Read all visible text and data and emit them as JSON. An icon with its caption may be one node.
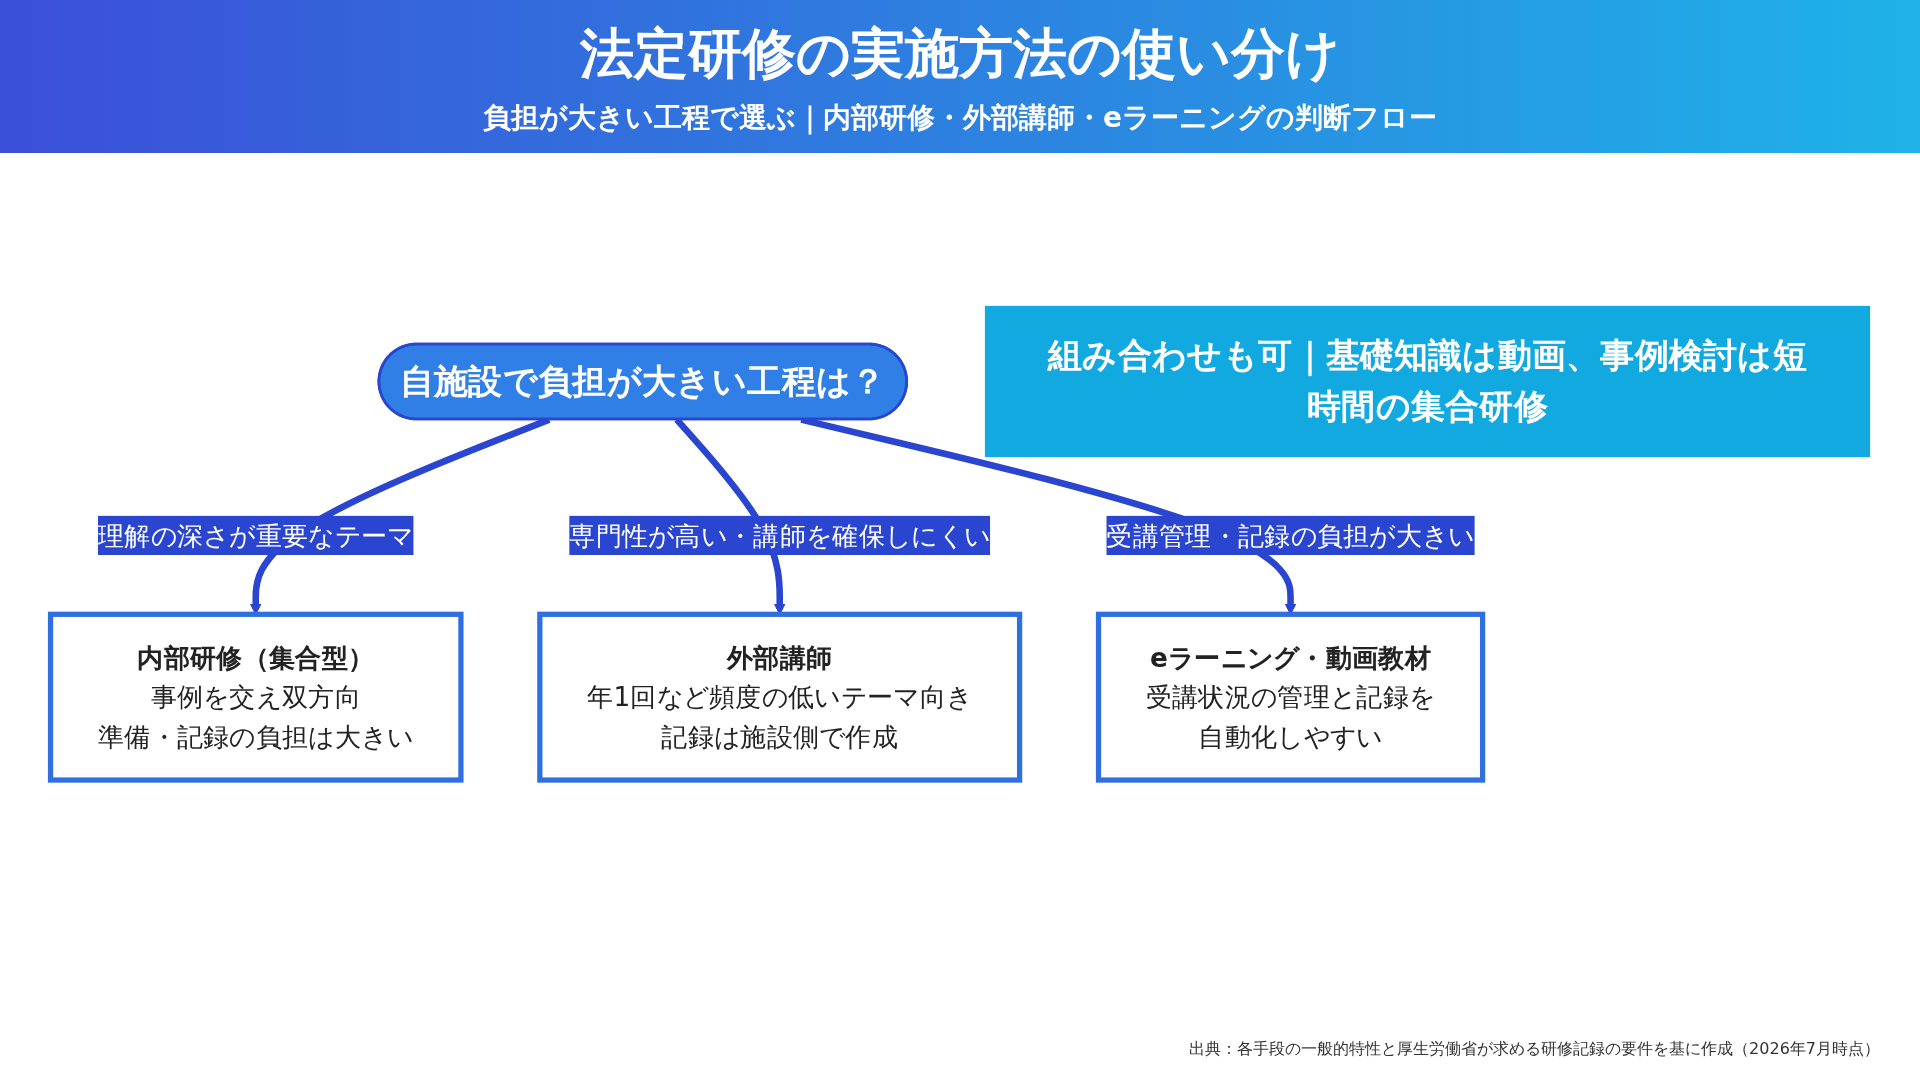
{
  "diagram": {
    "title": "法定研修の実施方法の使い分け",
    "caption": "出典：各手段の一般的特性と厚生労働省が求める研修記録の要件を基に作成（2026年7月時点）",
    "nodes": [
      {
        "text": [
          "自施設で負担が大きい工程は？"
        ]
      },
      {
        "text": [
          "内部研修（集合型）",
          "事例を交え双方向",
          "準備・記録の負担は大きい"
        ]
      },
      {
        "text": [
          "外部講師",
          "年1回など頻度の低いテーマ向き",
          "記録は施設側で作成"
        ]
      },
      {
        "text": [
          "eラーニング・動画教材",
          "受講状況の管理と記録を",
          "自動化しやすい"
        ]
      },
      {
        "text": [
          "組み合わせも可｜基礎知識は動画、事例検討は短時間の集合研修"
        ]
      }
    ],
    "edges": [
      {
        "from": 0,
        "to": 1,
        "arrow": "to",
        "label": "理解の深さが重要なテーマ"
      },
      {
        "from": 0,
        "to": 2,
        "arrow": "to",
        "label": "専門性が高い・講師を確保しにくい"
      },
      {
        "from": 0,
        "to": 3,
        "arrow": "to",
        "label": "受講管理・記録の負担が大きい"
      }
    ],
    "labels": [
      "負担が大きい工程で選ぶ｜内部研修・外部講師・eラーニングの判断フロー"
    ]
  }
}
